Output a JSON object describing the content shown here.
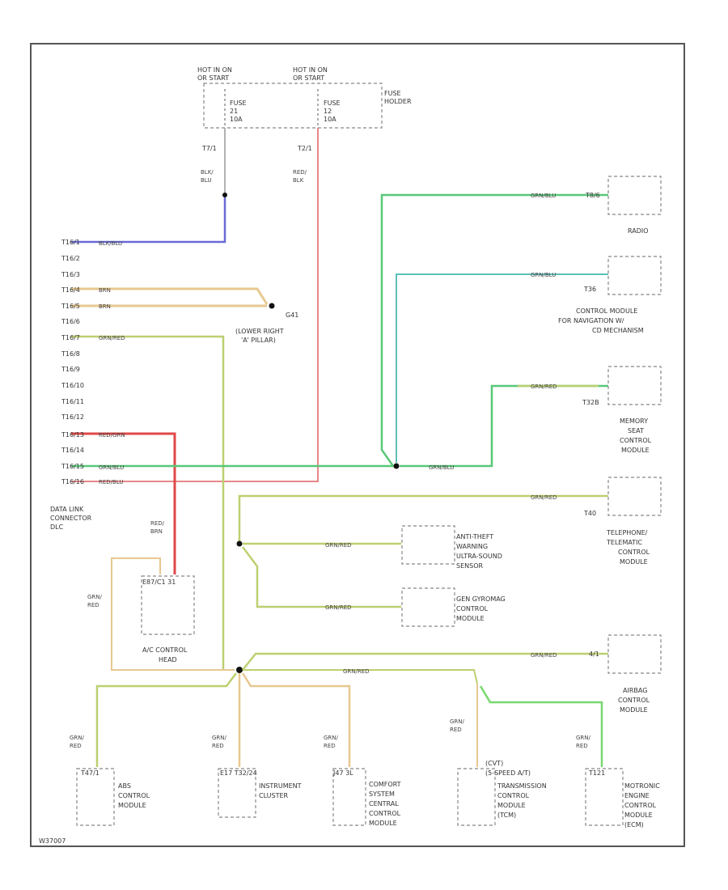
{
  "fuse_block": {
    "hot1": [
      "HOT IN ON",
      "OR START"
    ],
    "hot2": [
      "HOT IN ON",
      "OR START"
    ],
    "fuse1": [
      "FUSE",
      "21",
      "10A"
    ],
    "fuse2": [
      "FUSE",
      "12",
      "10A"
    ],
    "holder": [
      "FUSE",
      "HOLDER"
    ],
    "pin1": "T7/1",
    "pin2": "T2/1"
  },
  "wire_labels": {
    "blk_blu": [
      "BLK/",
      "BLU"
    ],
    "red_blk": [
      "RED/",
      "BLK"
    ],
    "blk_blu_h": "BLK/BLU",
    "brn1": "BRN",
    "brn2": "BRN",
    "grn_red_h": "GRN/RED",
    "red_grn": "RED/GRN",
    "grn_blu": "GRN/BLU",
    "red_blu": "RED/BLU",
    "grn_blu_radio": "GRN/BLU",
    "grn_blu_nav": "GRN/BLU",
    "grn_red_mem": "GRN/RED",
    "grn_blu_junc": "GRN/BLU",
    "grn_red_tel": "GRN/RED",
    "grn_red_ant": "GRN/RED",
    "grn_red_gyro": "GRN/RED",
    "grn_red_bot": "GRN/RED",
    "grn_red_air": "GRN/RED",
    "red_brn": [
      "RED/",
      "BRN"
    ],
    "grn_red_ac": [
      "GRN/",
      "RED"
    ],
    "grn_red_abs": [
      "GRN/",
      "RED"
    ],
    "grn_red_inst": [
      "GRN/",
      "RED"
    ],
    "grn_red_comf": [
      "GRN/",
      "RED"
    ],
    "grn_red_trans": [
      "GRN/",
      "RED"
    ],
    "grn_red_eng": [
      "GRN/",
      "RED"
    ]
  },
  "dlc_pins": [
    "T16/1",
    "T16/2",
    "T16/3",
    "T16/4",
    "T16/5",
    "T16/6",
    "T16/7",
    "T16/8",
    "T16/9",
    "T16/10",
    "T16/11",
    "T16/12",
    "T16/13",
    "T16/14",
    "T16/15",
    "T16/16"
  ],
  "dlc_label": [
    "DATA LINK",
    "CONNECTOR",
    "DLC"
  ],
  "ground_label": [
    "G41",
    "(LOWER RIGHT",
    "'A' PILLAR)"
  ],
  "components": {
    "radio": {
      "lines": [
        "RADIO"
      ],
      "pin": "T8/6"
    },
    "nav": {
      "lines": [
        "CONTROL MODULE",
        "FOR NAVIGATION W/",
        "CD MECHANISM"
      ],
      "pin": "T36"
    },
    "memory": {
      "lines": [
        "MEMORY",
        "SEAT",
        "CONTROL",
        "MODULE"
      ],
      "pin": "T32B"
    },
    "telephone": {
      "lines": [
        "TELEPHONE/",
        "TELEMATIC",
        "CONTROL",
        "MODULE"
      ],
      "pin": "T40"
    },
    "antitheft": {
      "lines": [
        "ANTI-THEFT",
        "WARNING",
        "ULTRA-SOUND",
        "SENSOR"
      ]
    },
    "gyro": {
      "lines": [
        "GEN GYROMAG",
        "CONTROL",
        "MODULE"
      ]
    },
    "airbag": {
      "lines": [
        "AIRBAG",
        "CONTROL",
        "MODULE"
      ],
      "pin": "4/1"
    },
    "ac": {
      "lines": [
        "A/C CONTROL",
        "HEAD"
      ],
      "pin": "E87/C1 31"
    },
    "abs": {
      "lines": [
        "ABS",
        "CONTROL",
        "MODULE"
      ],
      "pin": "T47/1"
    },
    "instrument": {
      "lines": [
        "INSTRUMENT",
        "CLUSTER"
      ],
      "pin": "E17 T32/24"
    },
    "comfort": {
      "lines": [
        "COMFORT",
        "SYSTEM",
        "CENTRAL",
        "CONTROL",
        "MODULE"
      ],
      "pin": "J47 3L"
    },
    "transmission": {
      "lines": [
        "TRANSMISSION",
        "CONTROL",
        "MODULE",
        "(TCM)"
      ],
      "pin": "(CVT)",
      "pin2": "(5-SPEED A/T)"
    },
    "engine": {
      "lines": [
        "MOTRONIC",
        "ENGINE",
        "CONTROL",
        "MODULE",
        "(ECM)"
      ],
      "pin": "T121"
    }
  },
  "footer_code": "W37007",
  "colors": {
    "blue": "#6a6ad8",
    "red": "#e06060",
    "red_strong": "#e04848",
    "green": "#58c878",
    "teal": "#5cc0b8",
    "brown": "#e8c890",
    "olive": "#bcd070",
    "lightgreen": "#78d870"
  }
}
